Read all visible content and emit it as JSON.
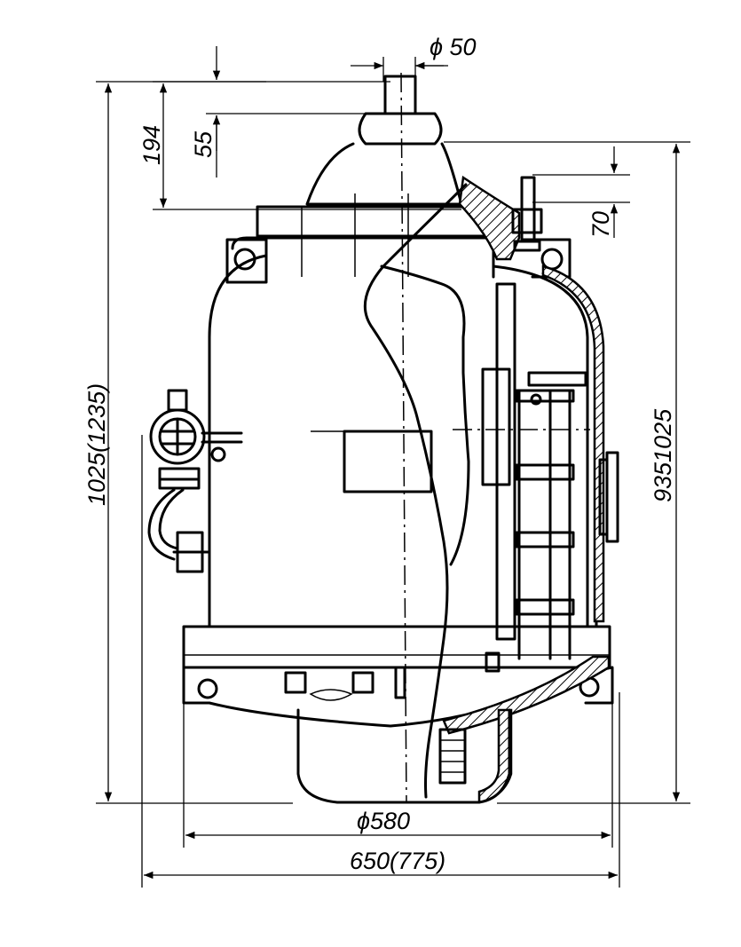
{
  "dimensions": {
    "shaft_diameter": "ϕ 50",
    "bushing_height": "55",
    "top_height": "194",
    "top_terminal": "70",
    "total_height_left": "1025(1235)",
    "total_height_right": "9351025",
    "body_diameter": "ϕ580",
    "overall_width": "650(775)"
  }
}
